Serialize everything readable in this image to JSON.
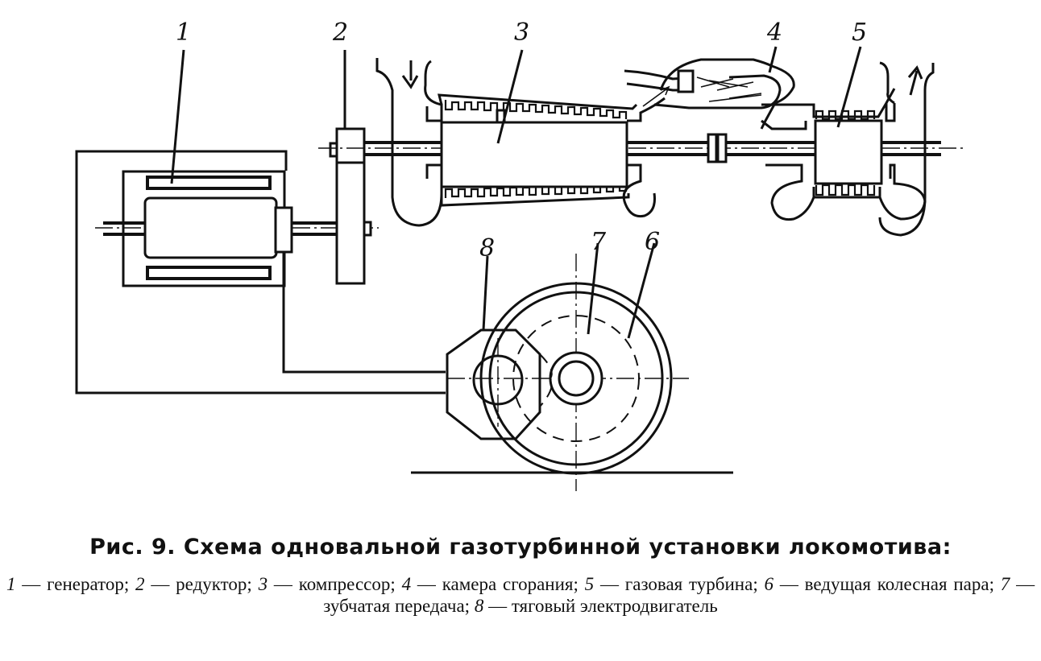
{
  "diagram": {
    "callouts": [
      {
        "num": "1"
      },
      {
        "num": "2"
      },
      {
        "num": "3"
      },
      {
        "num": "4"
      },
      {
        "num": "5"
      },
      {
        "num": "6"
      },
      {
        "num": "7"
      },
      {
        "num": "8"
      }
    ]
  },
  "caption": {
    "title": "Рис. 9. Схема одновальной газотурбинной установки локомотива:"
  },
  "legend": {
    "items": [
      {
        "num": "1",
        "sep": " — ",
        "text": "генератор; "
      },
      {
        "num": "2",
        "sep": " — ",
        "text": "редуктор; "
      },
      {
        "num": "3",
        "sep": " — ",
        "text": "компрессор; "
      },
      {
        "num": "4",
        "sep": " — ",
        "text": "камера сгорания; "
      },
      {
        "num": "5",
        "sep": " — ",
        "text": "газовая турбина; "
      },
      {
        "num": "6",
        "sep": " — ",
        "text": "ведущая колесная пара; "
      },
      {
        "num": "7",
        "sep": " — ",
        "text": "зубчатая передача; "
      },
      {
        "num": "8",
        "sep": " — ",
        "text": "тяговый электродвигатель"
      }
    ]
  }
}
